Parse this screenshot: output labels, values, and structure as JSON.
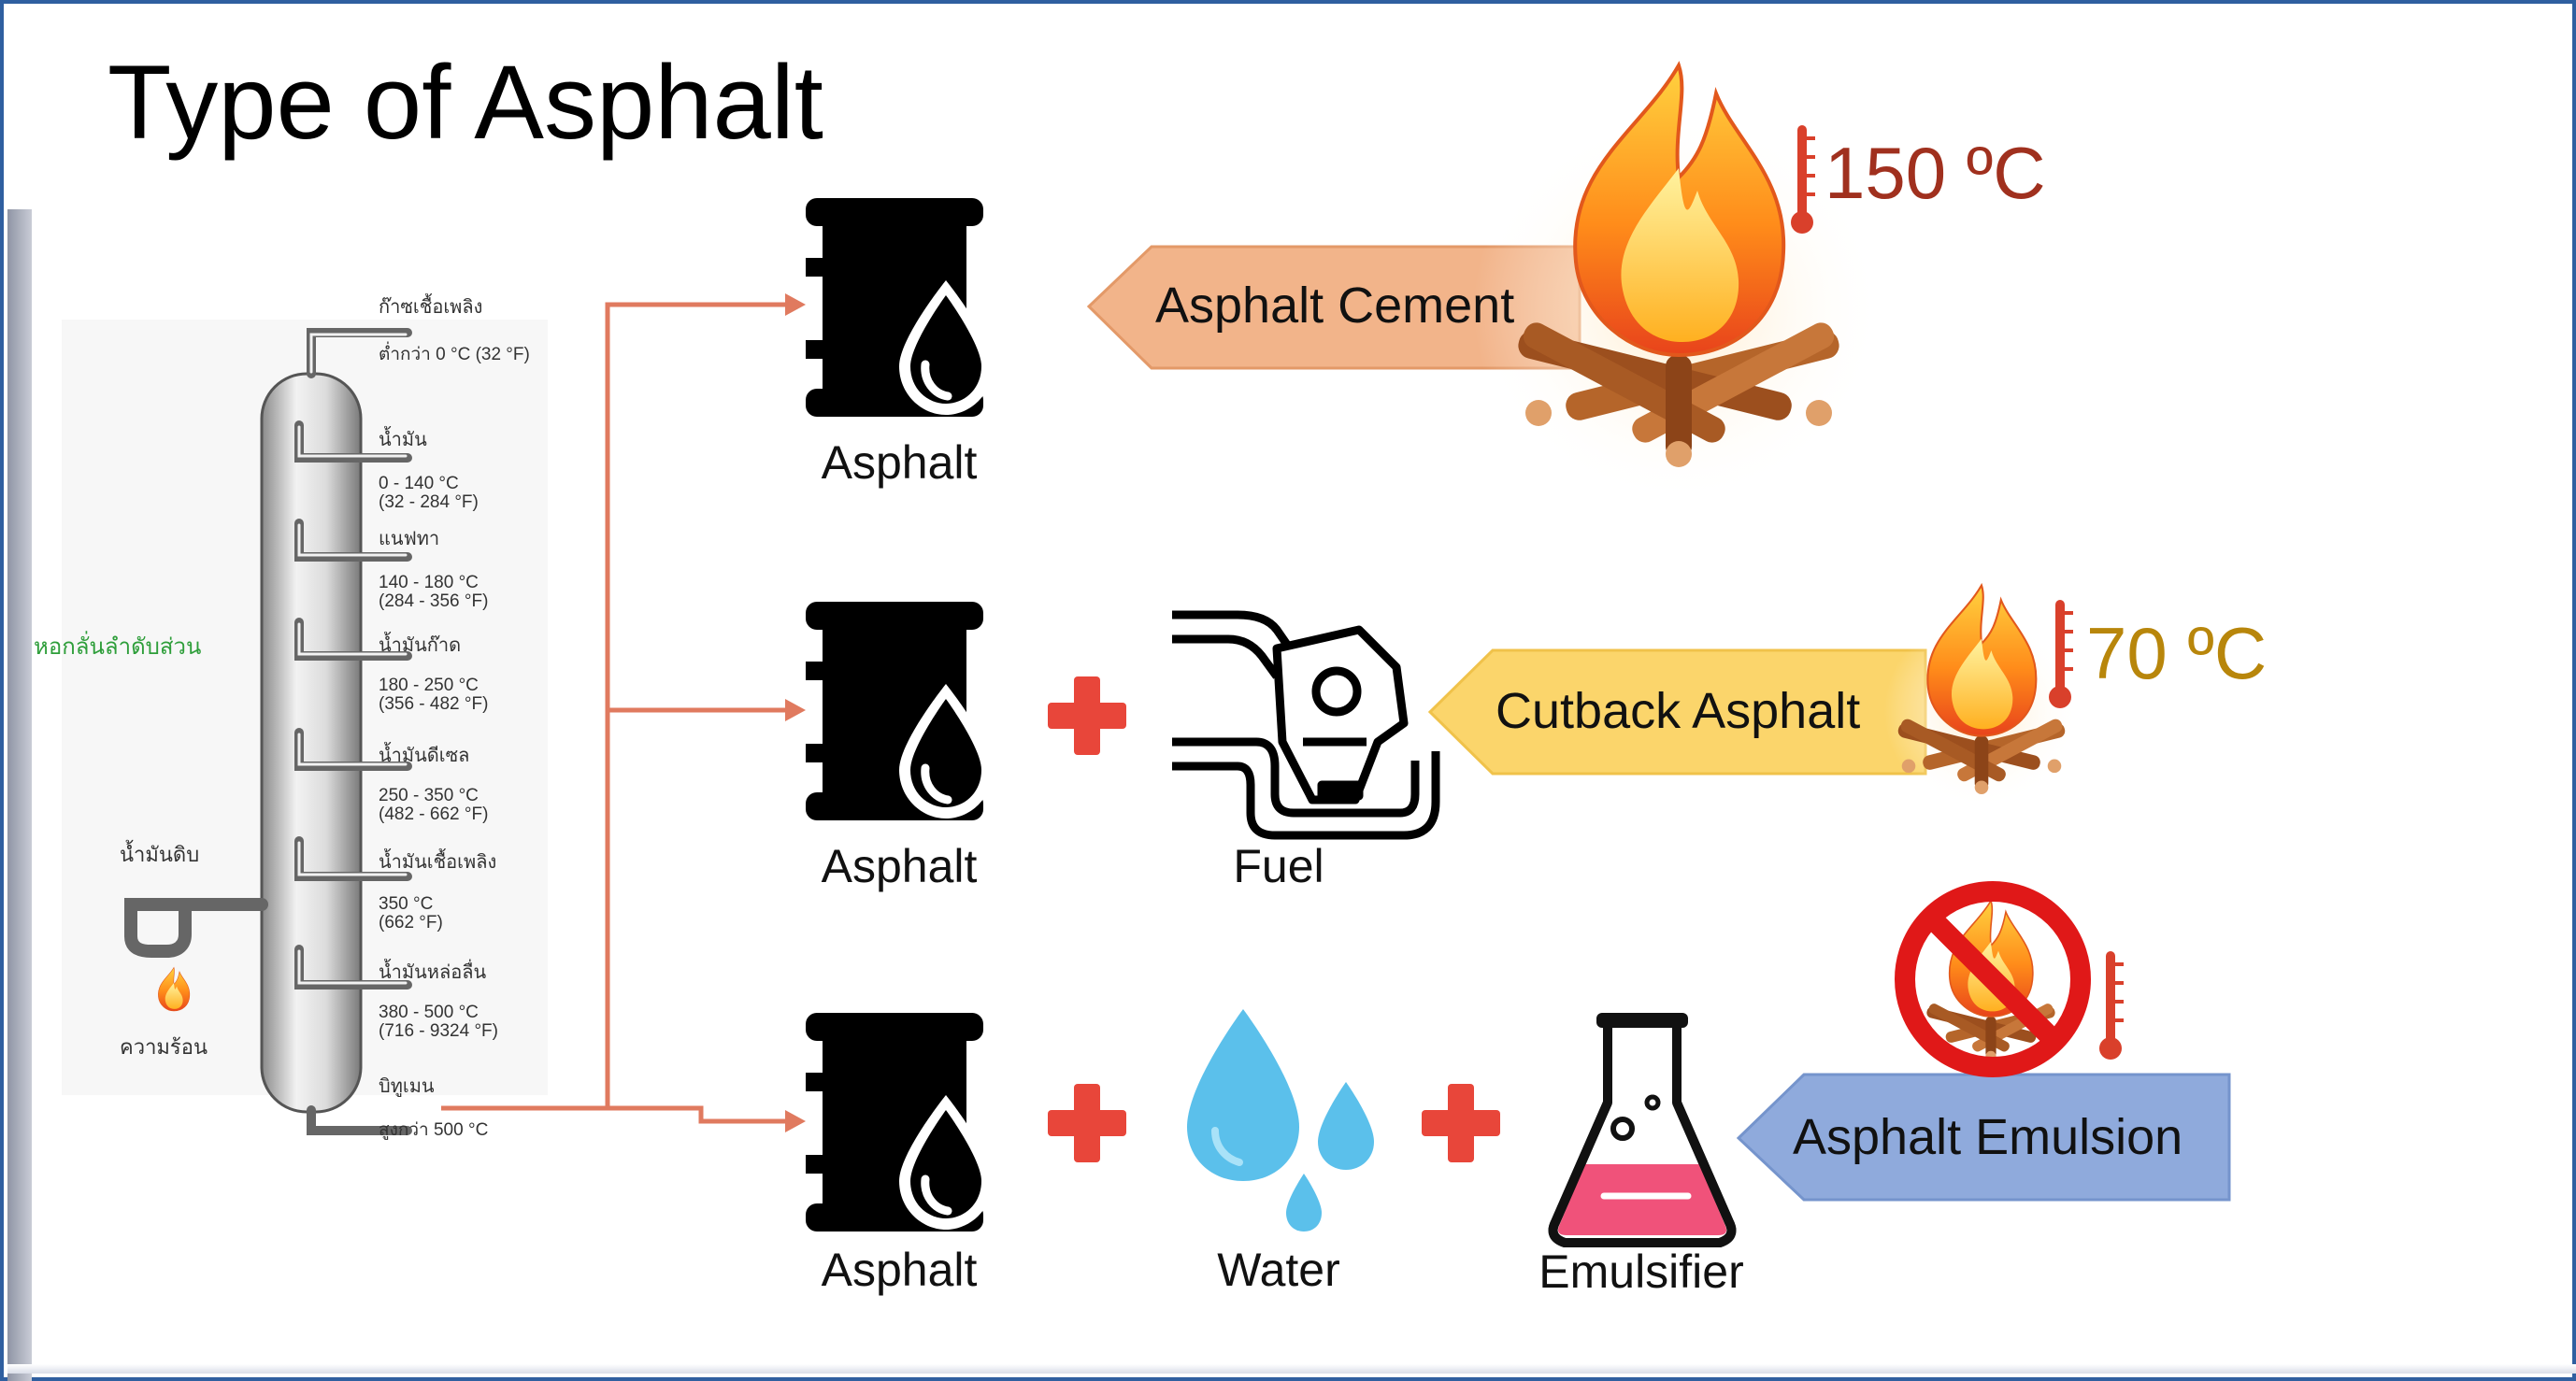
{
  "slide": {
    "title": "Type of Asphalt"
  },
  "tower": {
    "side_label": "หอกลั่นลำดับส่วน",
    "crude_label": "น้ำมันดิบ",
    "heat_label": "ความร้อน",
    "outputs": [
      {
        "name": "ก๊าซเชื้อเพลิง",
        "temp": "ต่ำกว่า 0 °C (32 °F)"
      },
      {
        "name": "น้ำมัน",
        "temp": "0 - 140 °C\n(32 - 284 °F)"
      },
      {
        "name": "แนฟทา",
        "temp": "140 - 180 °C\n(284 - 356 °F)"
      },
      {
        "name": "น้ำมันก๊าด",
        "temp": "180 - 250 °C\n(356 - 482 °F)"
      },
      {
        "name": "น้ำมันดีเซล",
        "temp": "250 - 350 °C\n(482 - 662 °F)"
      },
      {
        "name": "น้ำมันเชื้อเพลิง",
        "temp": "350 °C\n(662 °F)"
      },
      {
        "name": "น้ำมันหล่อลื่น",
        "temp": "380 - 500 °C\n(716 - 9324 °F)"
      },
      {
        "name": "บิทูเมน",
        "temp": "สูงกว่า 500 °C"
      }
    ]
  },
  "rows": [
    {
      "items": [
        "Asphalt"
      ],
      "callout": "Asphalt Cement",
      "temperature": "150 ºC",
      "callout_color": "#f2b48a",
      "temp_color": "#a0301e"
    },
    {
      "items": [
        "Asphalt",
        "Fuel"
      ],
      "callout": "Cutback Asphalt",
      "temperature": "70 ºC",
      "callout_color": "#fbd56b",
      "temp_color": "#b8860b"
    },
    {
      "items": [
        "Asphalt",
        "Water",
        "Emulsifier"
      ],
      "callout": "Asphalt Emulsion",
      "temperature": "",
      "callout_color": "#8faadc",
      "temp_color": "#333333"
    }
  ],
  "colors": {
    "arrow": "#e07a5f",
    "plus": "#e8463a",
    "water": "#5bc0eb",
    "flask": "#f0527a"
  }
}
